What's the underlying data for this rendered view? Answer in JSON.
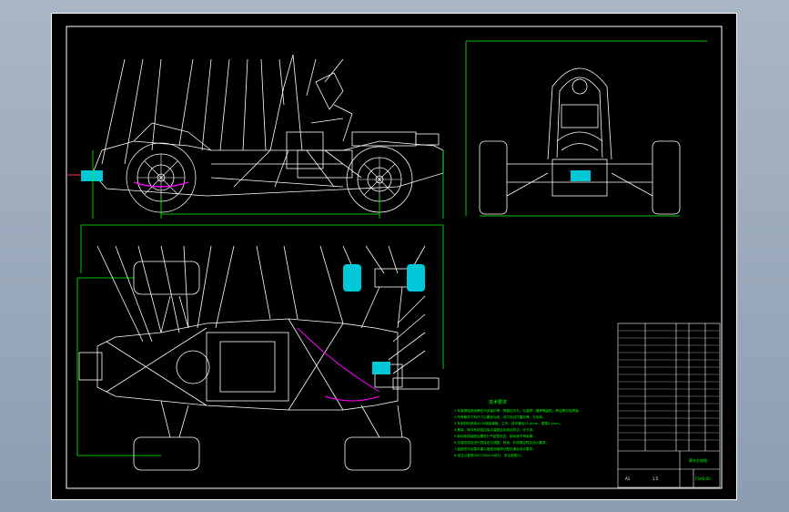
{
  "drawing": {
    "notes_title": "技术要求",
    "notes": [
      "1.车架焊接采用惰性气体保护焊，焊缝应均匀，无虚焊、漏焊等缺陷，焊后需去除焊渣。",
      "2.所有管件下料尺寸以图纸为准，切口处应打磨光滑，无毛刺。",
      "3.车架材料采用4130铬钼钢管，主环、前环管径25.4mm，壁厚2.4mm。",
      "4.悬架、转向系统各铰接点装配后应转动灵活，无卡滞。",
      "5.制动系统装配后需进行气密性检查，制动液不得渗漏。",
      "6.总装完成后进行四轮定位调整，前束、外倾角应符合设计要求。",
      "7.装配完毕后整车重心高度及轴荷分配应满足设计要求。",
      "8.未注公差按GB/T1804-m执行，未注倒角C1。"
    ],
    "title_block": {
      "title": "赛车总装图",
      "drawing_no": "FSAE-00",
      "scale": "1:5",
      "sheet": "A1"
    },
    "colors": {
      "frame": "#ffffff",
      "border": "#ffffff",
      "dimension": "#00ff00",
      "highlight": "#00ffff",
      "accent": "#ff00ff",
      "hidden": "#ff3333"
    }
  }
}
